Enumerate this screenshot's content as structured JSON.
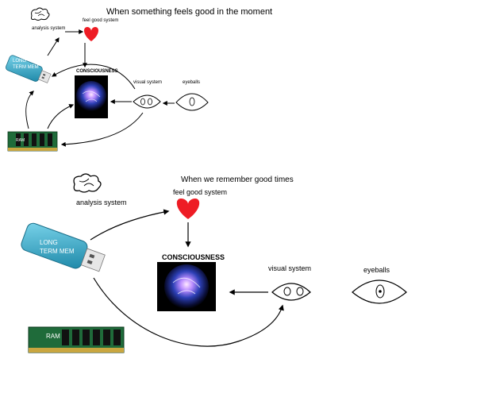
{
  "scenario1": {
    "title": "When something feels good in the moment",
    "analysis_label": "analysis system",
    "feel_good_label": "feel good system",
    "consciousness_label": "CONSCIOUSNESS",
    "visual_label": "visual system",
    "eyeballs_label": "eyeballs",
    "usb_line1": "LONG",
    "usb_line2": "TERM MEM",
    "ram_label": "RAM"
  },
  "scenario2": {
    "title": "When we remember good times",
    "analysis_label": "analysis system",
    "feel_good_label": "feel good system",
    "consciousness_label": "CONSCIOUSNESS",
    "visual_label": "visual system",
    "eyeballs_label": "eyeballs",
    "usb_line1": "LONG",
    "usb_line2": "TERM MEM",
    "ram_label": "RAM"
  },
  "colors": {
    "heart": "#ee1c24",
    "usb_body": "#3aa8c8",
    "ram_board": "#1f6b3a",
    "orb_glow": "#7a5cff"
  }
}
